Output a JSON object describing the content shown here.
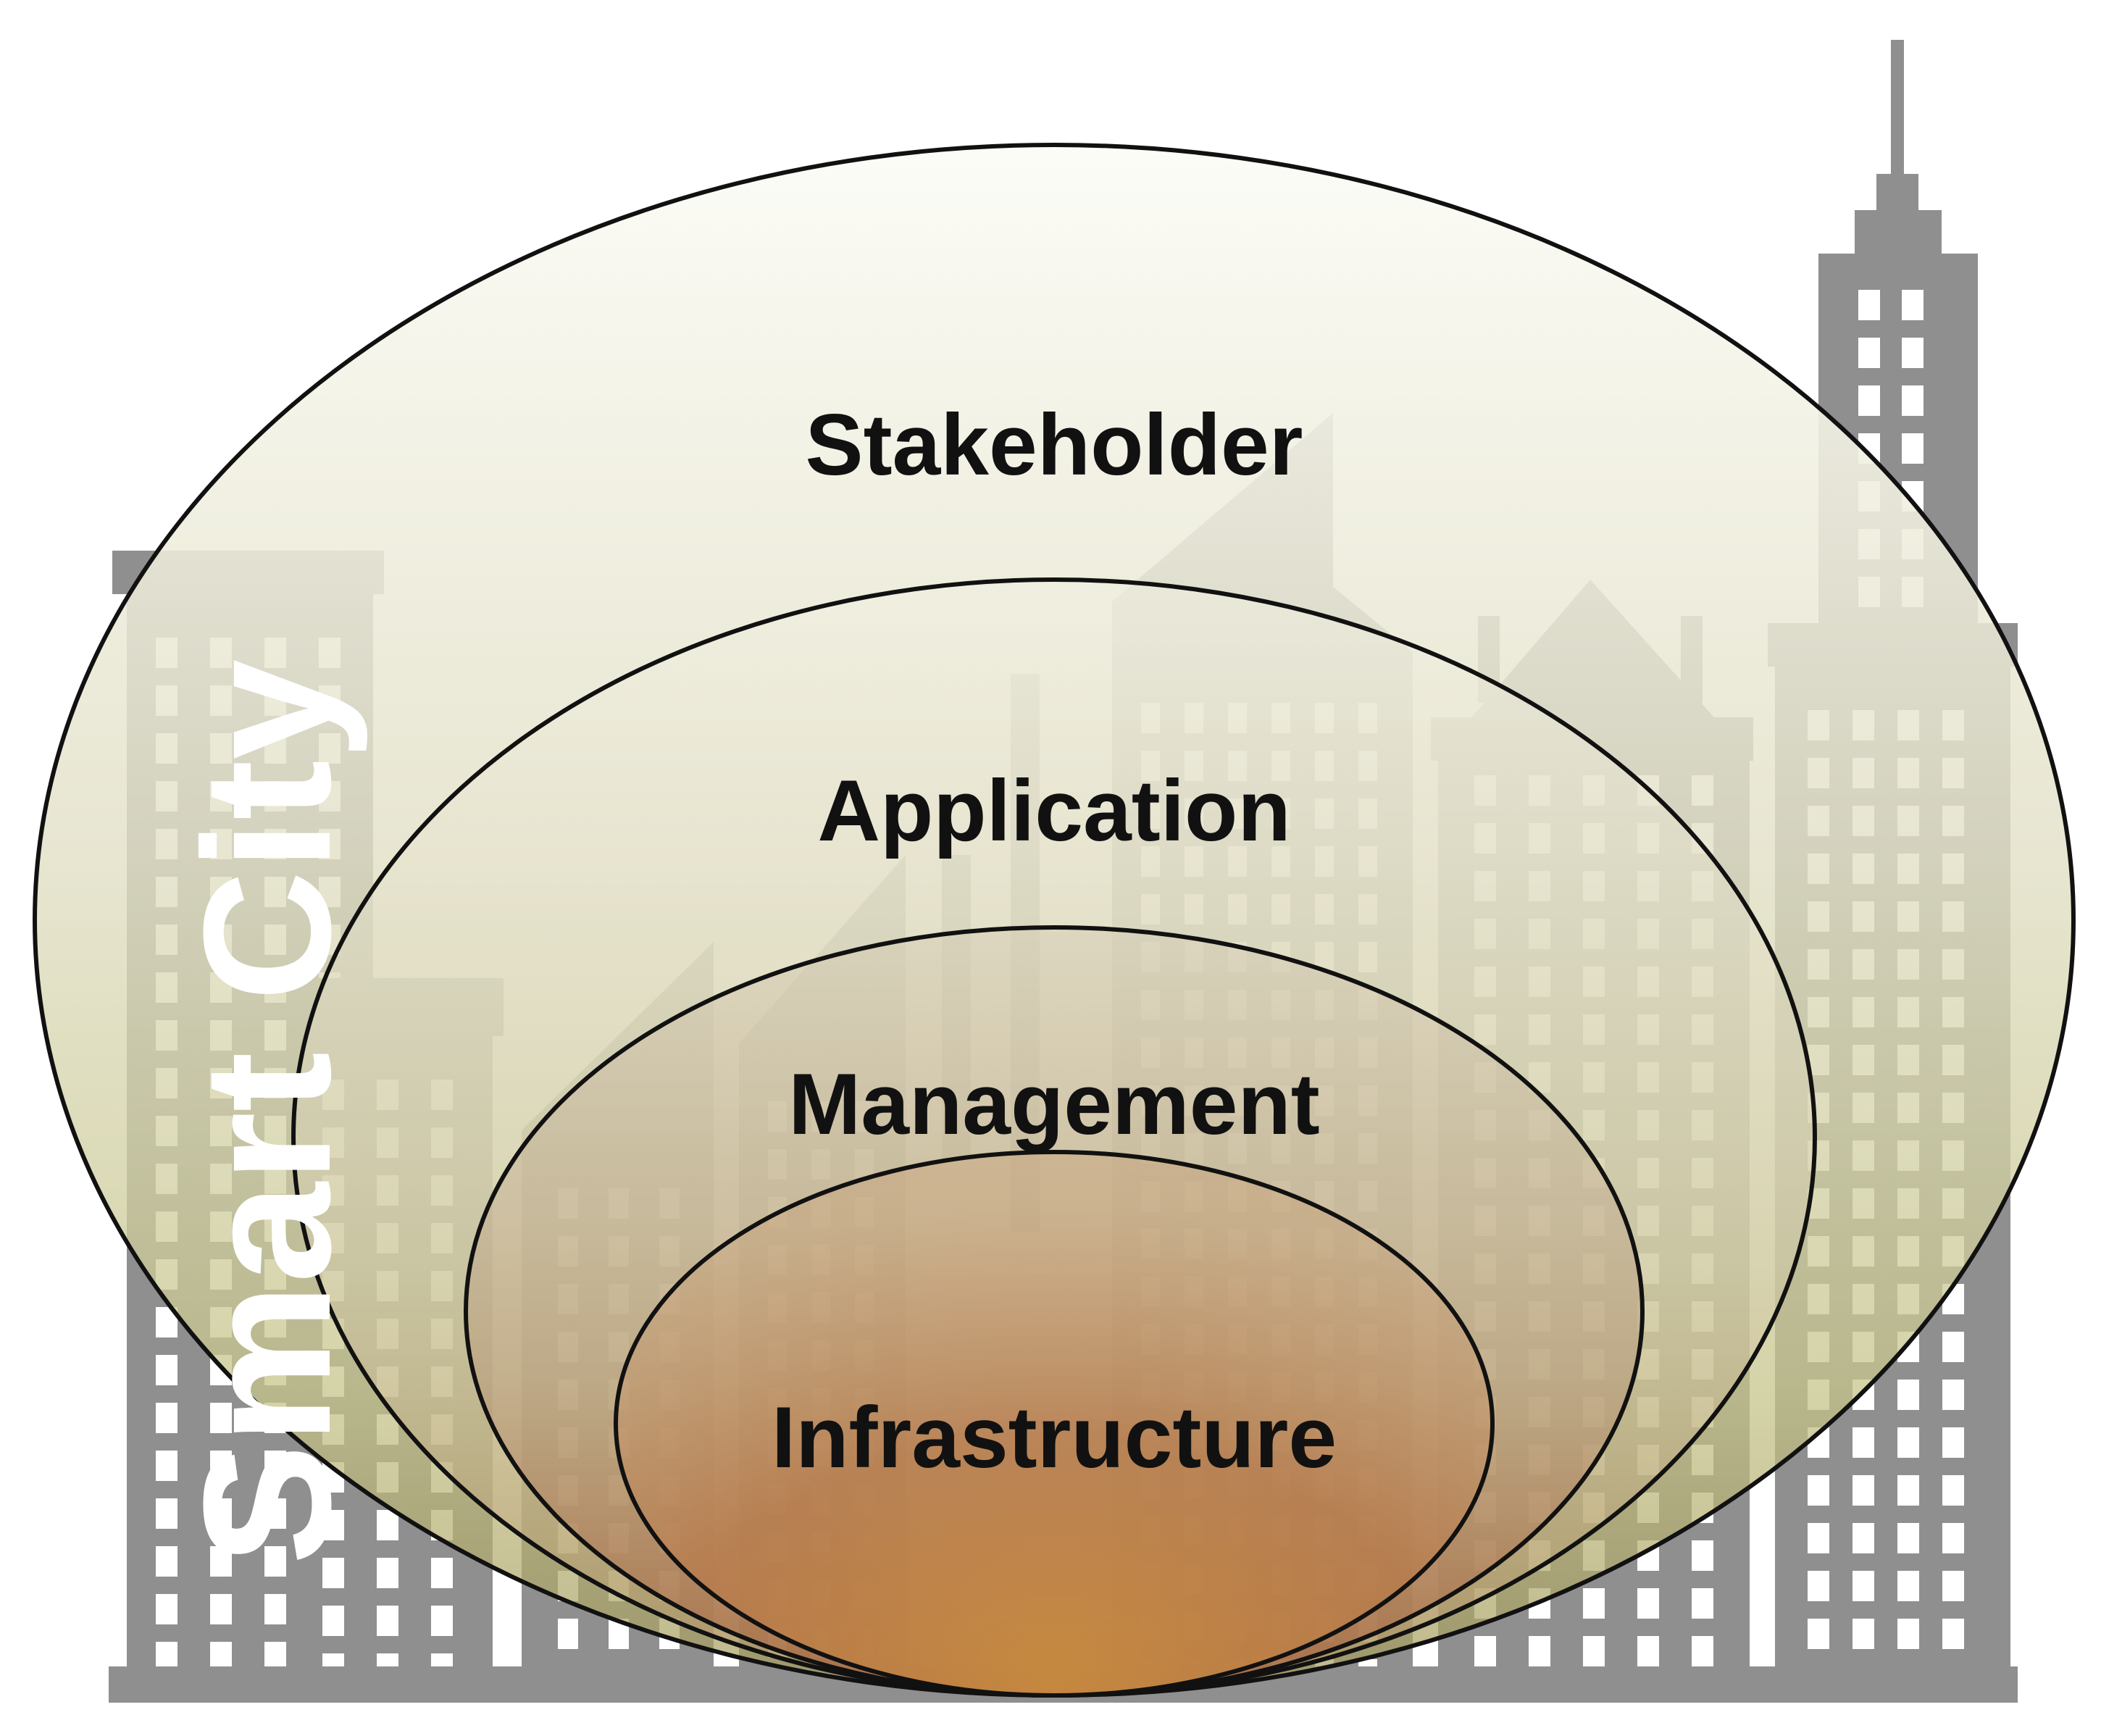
{
  "title": "Smart City",
  "layers": [
    {
      "id": "stakeholder",
      "label": "Stakeholder"
    },
    {
      "id": "application",
      "label": "Application"
    },
    {
      "id": "management",
      "label": "Management"
    },
    {
      "id": "infrastructure",
      "label": "Infrastructure"
    }
  ],
  "colors": {
    "building": "#8f8f8f",
    "window": "#ffffff",
    "ring_stroke": "#111111",
    "gradient_top": "#fbfbf4",
    "gradient_mid": "#c8c6a2",
    "gradient_inner": "#b07440",
    "gradient_core": "#c98b3e"
  }
}
